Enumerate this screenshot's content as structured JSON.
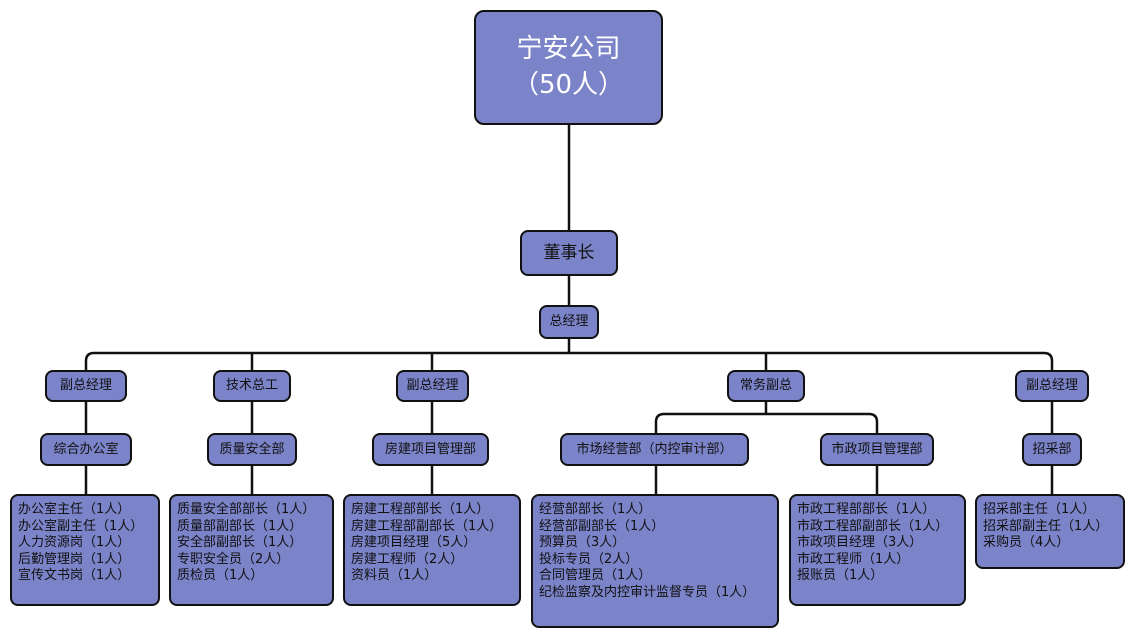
{
  "org": {
    "root": {
      "title": "宁安公司",
      "count": "（50人）"
    },
    "chairman": "董事长",
    "gm": "总经理",
    "branches": [
      {
        "head": "副总经理",
        "dept": "综合办公室",
        "staff": [
          "办公室主任（1人）",
          "办公室副主任（1人）",
          "人力资源岗（1人）",
          "后勤管理岗（1人）",
          "宣传文书岗（1人）"
        ]
      },
      {
        "head": "技术总工",
        "dept": "质量安全部",
        "staff": [
          "质量安全部部长（1人）",
          "质量部副部长（1人）",
          "安全部副部长（1人）",
          "专职安全员（2人）",
          "质检员（1人）"
        ]
      },
      {
        "head": "副总经理",
        "dept": "房建项目管理部",
        "staff": [
          "房建工程部部长（1人）",
          "房建工程部副部长（1人）",
          "房建项目经理（5人）",
          "房建工程师（2人）",
          "资料员（1人）"
        ]
      },
      {
        "head": "常务副总",
        "depts": [
          {
            "dept": "市场经营部（内控审计部）",
            "staff": [
              "经营部部长（1人）",
              "经营部副部长（1人）",
              "预算员（3人）",
              "投标专员（2人）",
              "合同管理员（1人）",
              "纪检监察及内控审计监督专员（1人）"
            ]
          },
          {
            "dept": "市政项目管理部",
            "staff": [
              "市政工程部部长（1人）",
              "市政工程部副部长（1人）",
              "市政项目经理（3人）",
              "市政工程师（1人）",
              "报账员（1人）"
            ]
          }
        ]
      },
      {
        "head": "副总经理",
        "dept": "招采部",
        "staff": [
          "招采部主任（1人）",
          "招采部副主任（1人）",
          "采购员（4人）"
        ]
      }
    ]
  }
}
